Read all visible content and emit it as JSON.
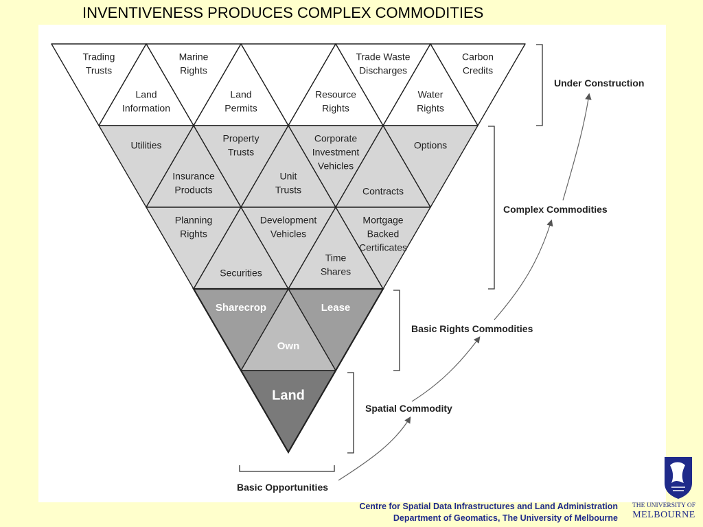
{
  "title": "INVENTIVENESS PRODUCES COMPLEX COMMODITIES",
  "diagram": {
    "row0": {
      "down": [
        [
          "Trading",
          "Trusts"
        ],
        [
          "Marine",
          "Rights"
        ],
        [
          "",
          ""
        ],
        [
          "Trade Waste",
          "Discharges"
        ],
        [
          "Carbon",
          "Credits"
        ]
      ],
      "up": [
        [
          "Land",
          "Information"
        ],
        [
          "Land",
          "Permits"
        ],
        [
          "Resource",
          "Rights"
        ],
        [
          "Water",
          "Rights"
        ]
      ]
    },
    "row1": {
      "down": [
        [
          "Utilities"
        ],
        [
          "Property",
          "Trusts"
        ],
        [
          "Corporate",
          "Investment",
          "Vehicles"
        ],
        [
          "Options"
        ]
      ],
      "up": [
        [
          "Insurance",
          "Products"
        ],
        [
          "Unit",
          "Trusts"
        ],
        [
          "Contracts"
        ]
      ]
    },
    "row2": {
      "down": [
        [
          "Planning",
          "Rights"
        ],
        [
          "Development",
          "Vehicles"
        ],
        [
          "Mortgage",
          "Backed",
          "Certificates"
        ]
      ],
      "up": [
        [
          "Securities"
        ],
        [
          "Time",
          "Shares"
        ]
      ]
    },
    "row3": {
      "down": [
        "Sharecrop",
        "Lease"
      ],
      "up": [
        "Own"
      ]
    },
    "row4": "Land",
    "levels": {
      "under_construction": "Under Construction",
      "complex": "Complex Commodities",
      "basic_rights": "Basic Rights Commodities",
      "spatial": "Spatial Commodity",
      "opportunities": "Basic Opportunities"
    },
    "colors": {
      "row0": "#ffffff",
      "row1": "#d6d6d6",
      "row2": "#d6d6d6",
      "row3_down": "#9e9e9e",
      "row3_up": "#bdbdbd",
      "row4": "#7a7a7a",
      "stroke": "#222222"
    }
  },
  "footer": {
    "line1": "Centre for Spatial Data Infrastructures and Land Administration",
    "line2": "Department of Geomatics, The University of Melbourne"
  },
  "logo": {
    "line1": "THE UNIVERSITY OF",
    "line2": "MELBOURNE",
    "color": "#1f2a8a"
  }
}
